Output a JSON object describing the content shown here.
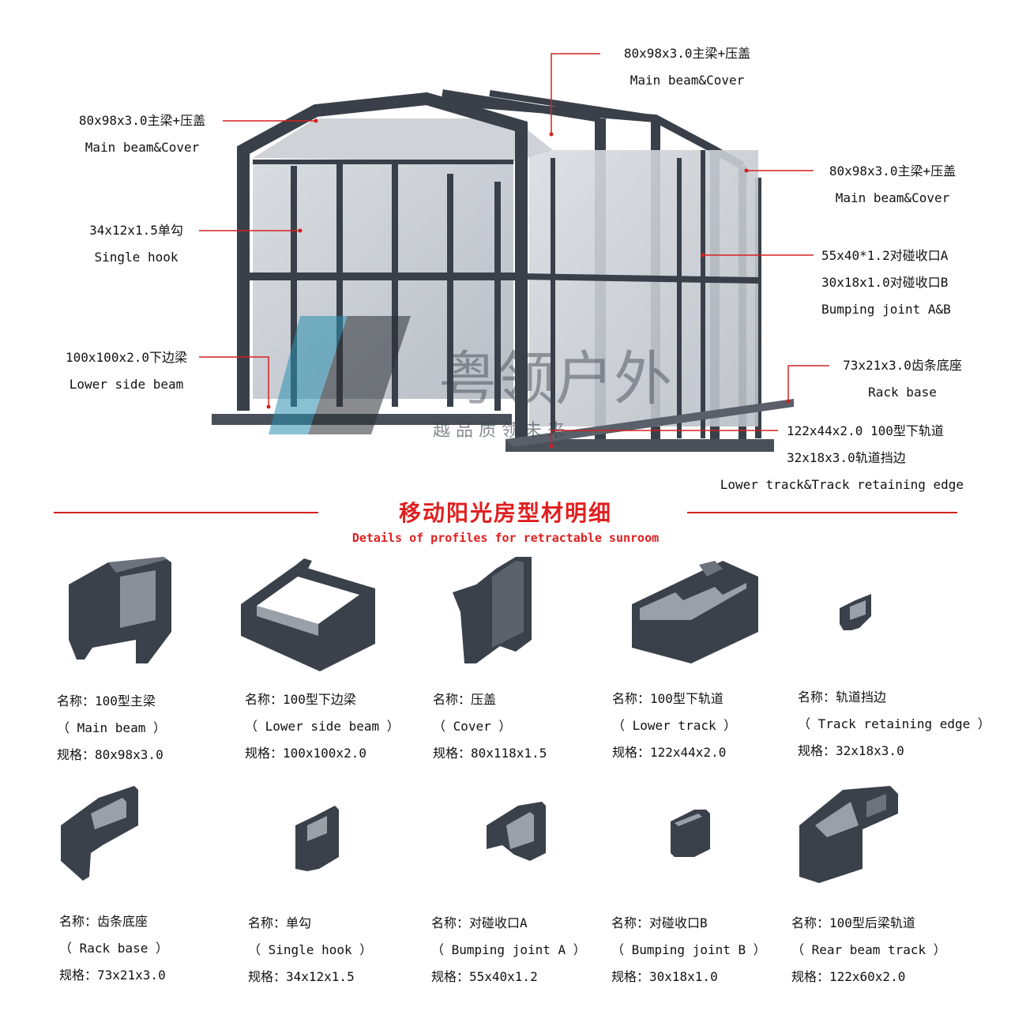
{
  "callouts": {
    "main_beam_left": {
      "cn": "80x98x3.0主梁+压盖",
      "en": "Main beam&Cover"
    },
    "main_beam_top": {
      "cn": "80x98x3.0主梁+压盖",
      "en": "Main beam&Cover"
    },
    "main_beam_right": {
      "cn": "80x98x3.0主梁+压盖",
      "en": "Main beam&Cover"
    },
    "single_hook": {
      "cn": "34x12x1.5单勾",
      "en": "Single hook"
    },
    "bumping_joint": {
      "cn_a": "55x40*1.2对碰收口A",
      "cn_b": "30x18x1.0对碰收口B",
      "en": "Bumping joint A&B"
    },
    "lower_side_beam": {
      "cn": "100x100x2.0下边梁",
      "en": "Lower side beam"
    },
    "rack_base": {
      "cn": "73x21x3.0齿条底座",
      "en": "Rack base"
    },
    "lower_track": {
      "cn_a": "122x44x2.0 100型下轨道",
      "cn_b": "32x18x3.0轨道挡边",
      "en": "Lower track&Track retaining edge"
    }
  },
  "watermark": {
    "brand": "粤领户外",
    "slogan": "越 品 质 领 未 来"
  },
  "section": {
    "title_cn": "移动阳光房型材明细",
    "title_en": "Details of profiles for retractable sunroom"
  },
  "profiles": [
    {
      "name": "名称：100型主梁",
      "en": "（ Main beam ）",
      "spec": "规格：80x98x3.0",
      "icon": "main-beam-profile"
    },
    {
      "name": "名称：100型下边梁",
      "en": "（ Lower side beam ）",
      "spec": "规格：100x100x2.0",
      "icon": "lower-side-beam-profile"
    },
    {
      "name": "名称：压盖",
      "en": "（ Cover ）",
      "spec": "规格：80x118x1.5",
      "icon": "cover-profile"
    },
    {
      "name": "名称：100型下轨道",
      "en": "（ Lower track ）",
      "spec": "规格：122x44x2.0",
      "icon": "lower-track-profile"
    },
    {
      "name": "名称：轨道挡边",
      "en": "（ Track retaining edge ）",
      "spec": "规格：32x18x3.0",
      "icon": "track-retaining-edge-profile"
    },
    {
      "name": "名称：齿条底座",
      "en": "（ Rack base ）",
      "spec": "规格：73x21x3.0",
      "icon": "rack-base-profile"
    },
    {
      "name": "名称：单勾",
      "en": "（ Single hook ）",
      "spec": "规格：34x12x1.5",
      "icon": "single-hook-profile"
    },
    {
      "name": "名称：对碰收口A",
      "en": "（ Bumping joint A ）",
      "spec": "规格：55x40x1.2",
      "icon": "bumping-joint-a-profile"
    },
    {
      "name": "名称：对碰收口B",
      "en": "（ Bumping joint B ）",
      "spec": "规格：30x18x1.0",
      "icon": "bumping-joint-b-profile"
    },
    {
      "name": "名称：100型后梁轨道",
      "en": "（ Rear beam track ）",
      "spec": "规格：122x60x2.0",
      "icon": "rear-beam-track-profile"
    }
  ],
  "colors": {
    "accent": "#e02020",
    "frame": "#3a4049",
    "glass": "#c9cdd3"
  }
}
